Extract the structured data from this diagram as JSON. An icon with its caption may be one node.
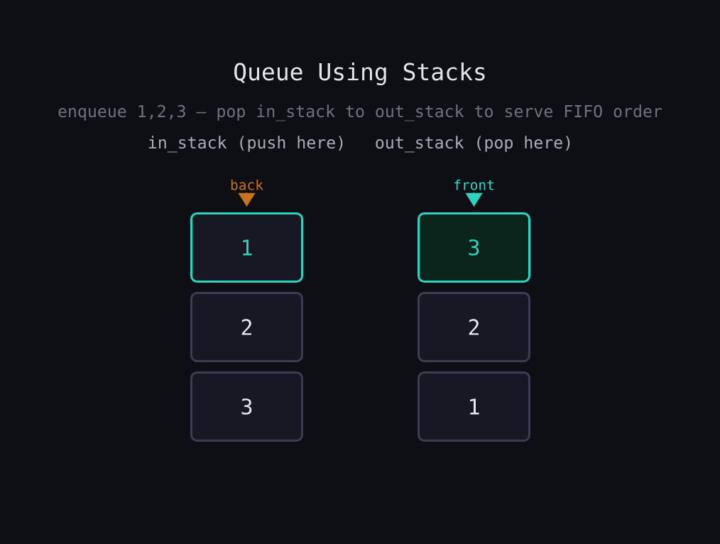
{
  "diagram": {
    "title": "Queue Using Stacks",
    "nodes": [
      {
        "text": [
          "1"
        ]
      },
      {
        "text": [
          "2"
        ]
      },
      {
        "text": [
          "3"
        ]
      },
      {
        "text": [
          "3"
        ]
      },
      {
        "text": [
          "2"
        ]
      },
      {
        "text": [
          "1"
        ]
      },
      {
        "text": [
          "back"
        ]
      },
      {
        "text": [
          "front"
        ]
      }
    ],
    "edges": [
      {
        "from": 6,
        "to": 0,
        "arrow": "to",
        "color": "#c8721c"
      },
      {
        "from": 7,
        "to": 3,
        "arrow": "to",
        "color": "#2dd4bf"
      }
    ],
    "labels": [
      "enqueue 1,2,3 — pop in_stack to out_stack to serve FIFO order",
      "in_stack (push here)",
      "out_stack (pop here)"
    ]
  }
}
